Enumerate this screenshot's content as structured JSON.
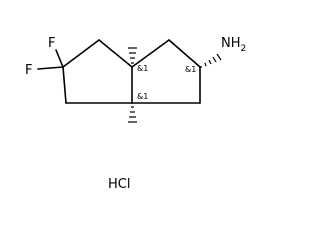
{
  "molecule": {
    "atoms": {
      "f_top": "F",
      "f_left": "F",
      "amine": "NH",
      "amine_subscript": "2"
    },
    "stereo_labels": {
      "top_junction": "&1",
      "bottom_junction": "&1",
      "amine_carbon": "&1"
    },
    "salt": "HCl"
  }
}
